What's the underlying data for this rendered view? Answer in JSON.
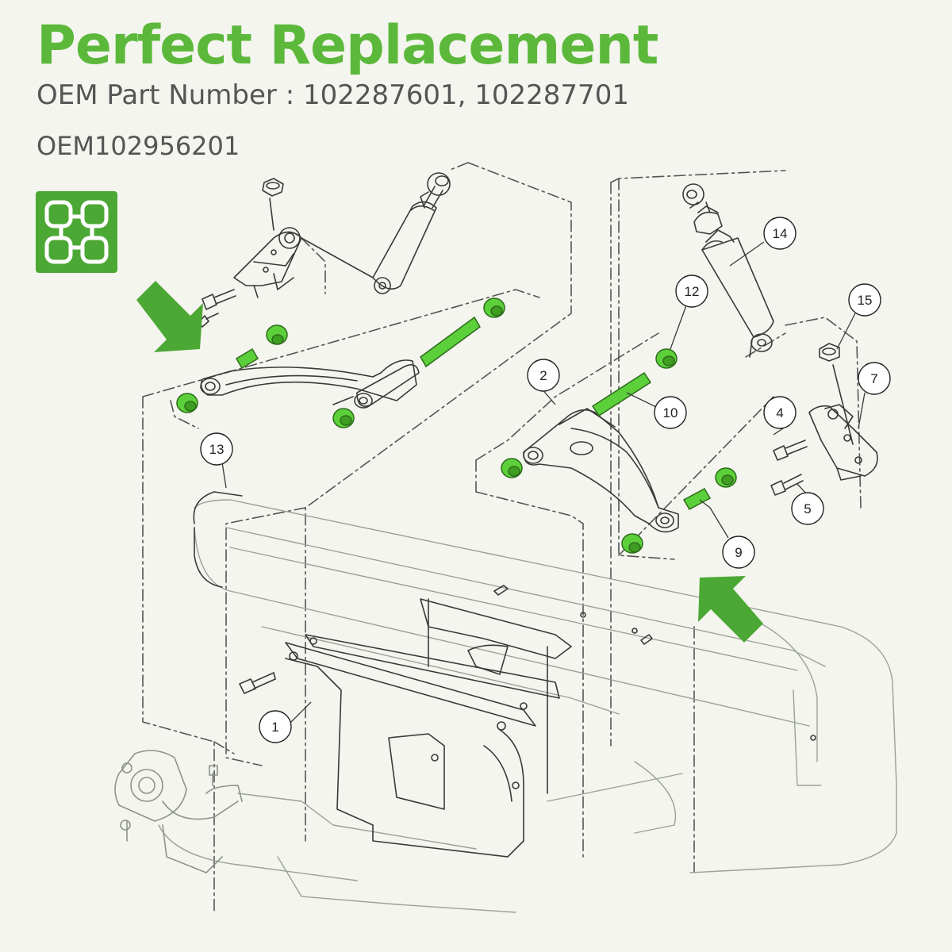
{
  "header": {
    "title": "Perfect Replacement",
    "oem_line": "OEM Part Number : 102287601, 102287701",
    "oem_line2": "OEM102956201"
  },
  "colors": {
    "accent": "#5cb83a",
    "badge": "#4ca834",
    "highlight_parts": "#5cd03a",
    "line_art": "#444444",
    "background": "#f3f5ee"
  },
  "icons": {
    "logo": "quad-loop-icon",
    "arrows": "arrow-icon"
  },
  "callouts": [
    {
      "id": "c1",
      "label": "1"
    },
    {
      "id": "c2",
      "label": "2"
    },
    {
      "id": "c4",
      "label": "4"
    },
    {
      "id": "c5",
      "label": "5"
    },
    {
      "id": "c7",
      "label": "7"
    },
    {
      "id": "c9",
      "label": "9"
    },
    {
      "id": "c10",
      "label": "10"
    },
    {
      "id": "c12",
      "label": "12"
    },
    {
      "id": "c13",
      "label": "13"
    },
    {
      "id": "c14",
      "label": "14"
    },
    {
      "id": "c15",
      "label": "15"
    }
  ]
}
